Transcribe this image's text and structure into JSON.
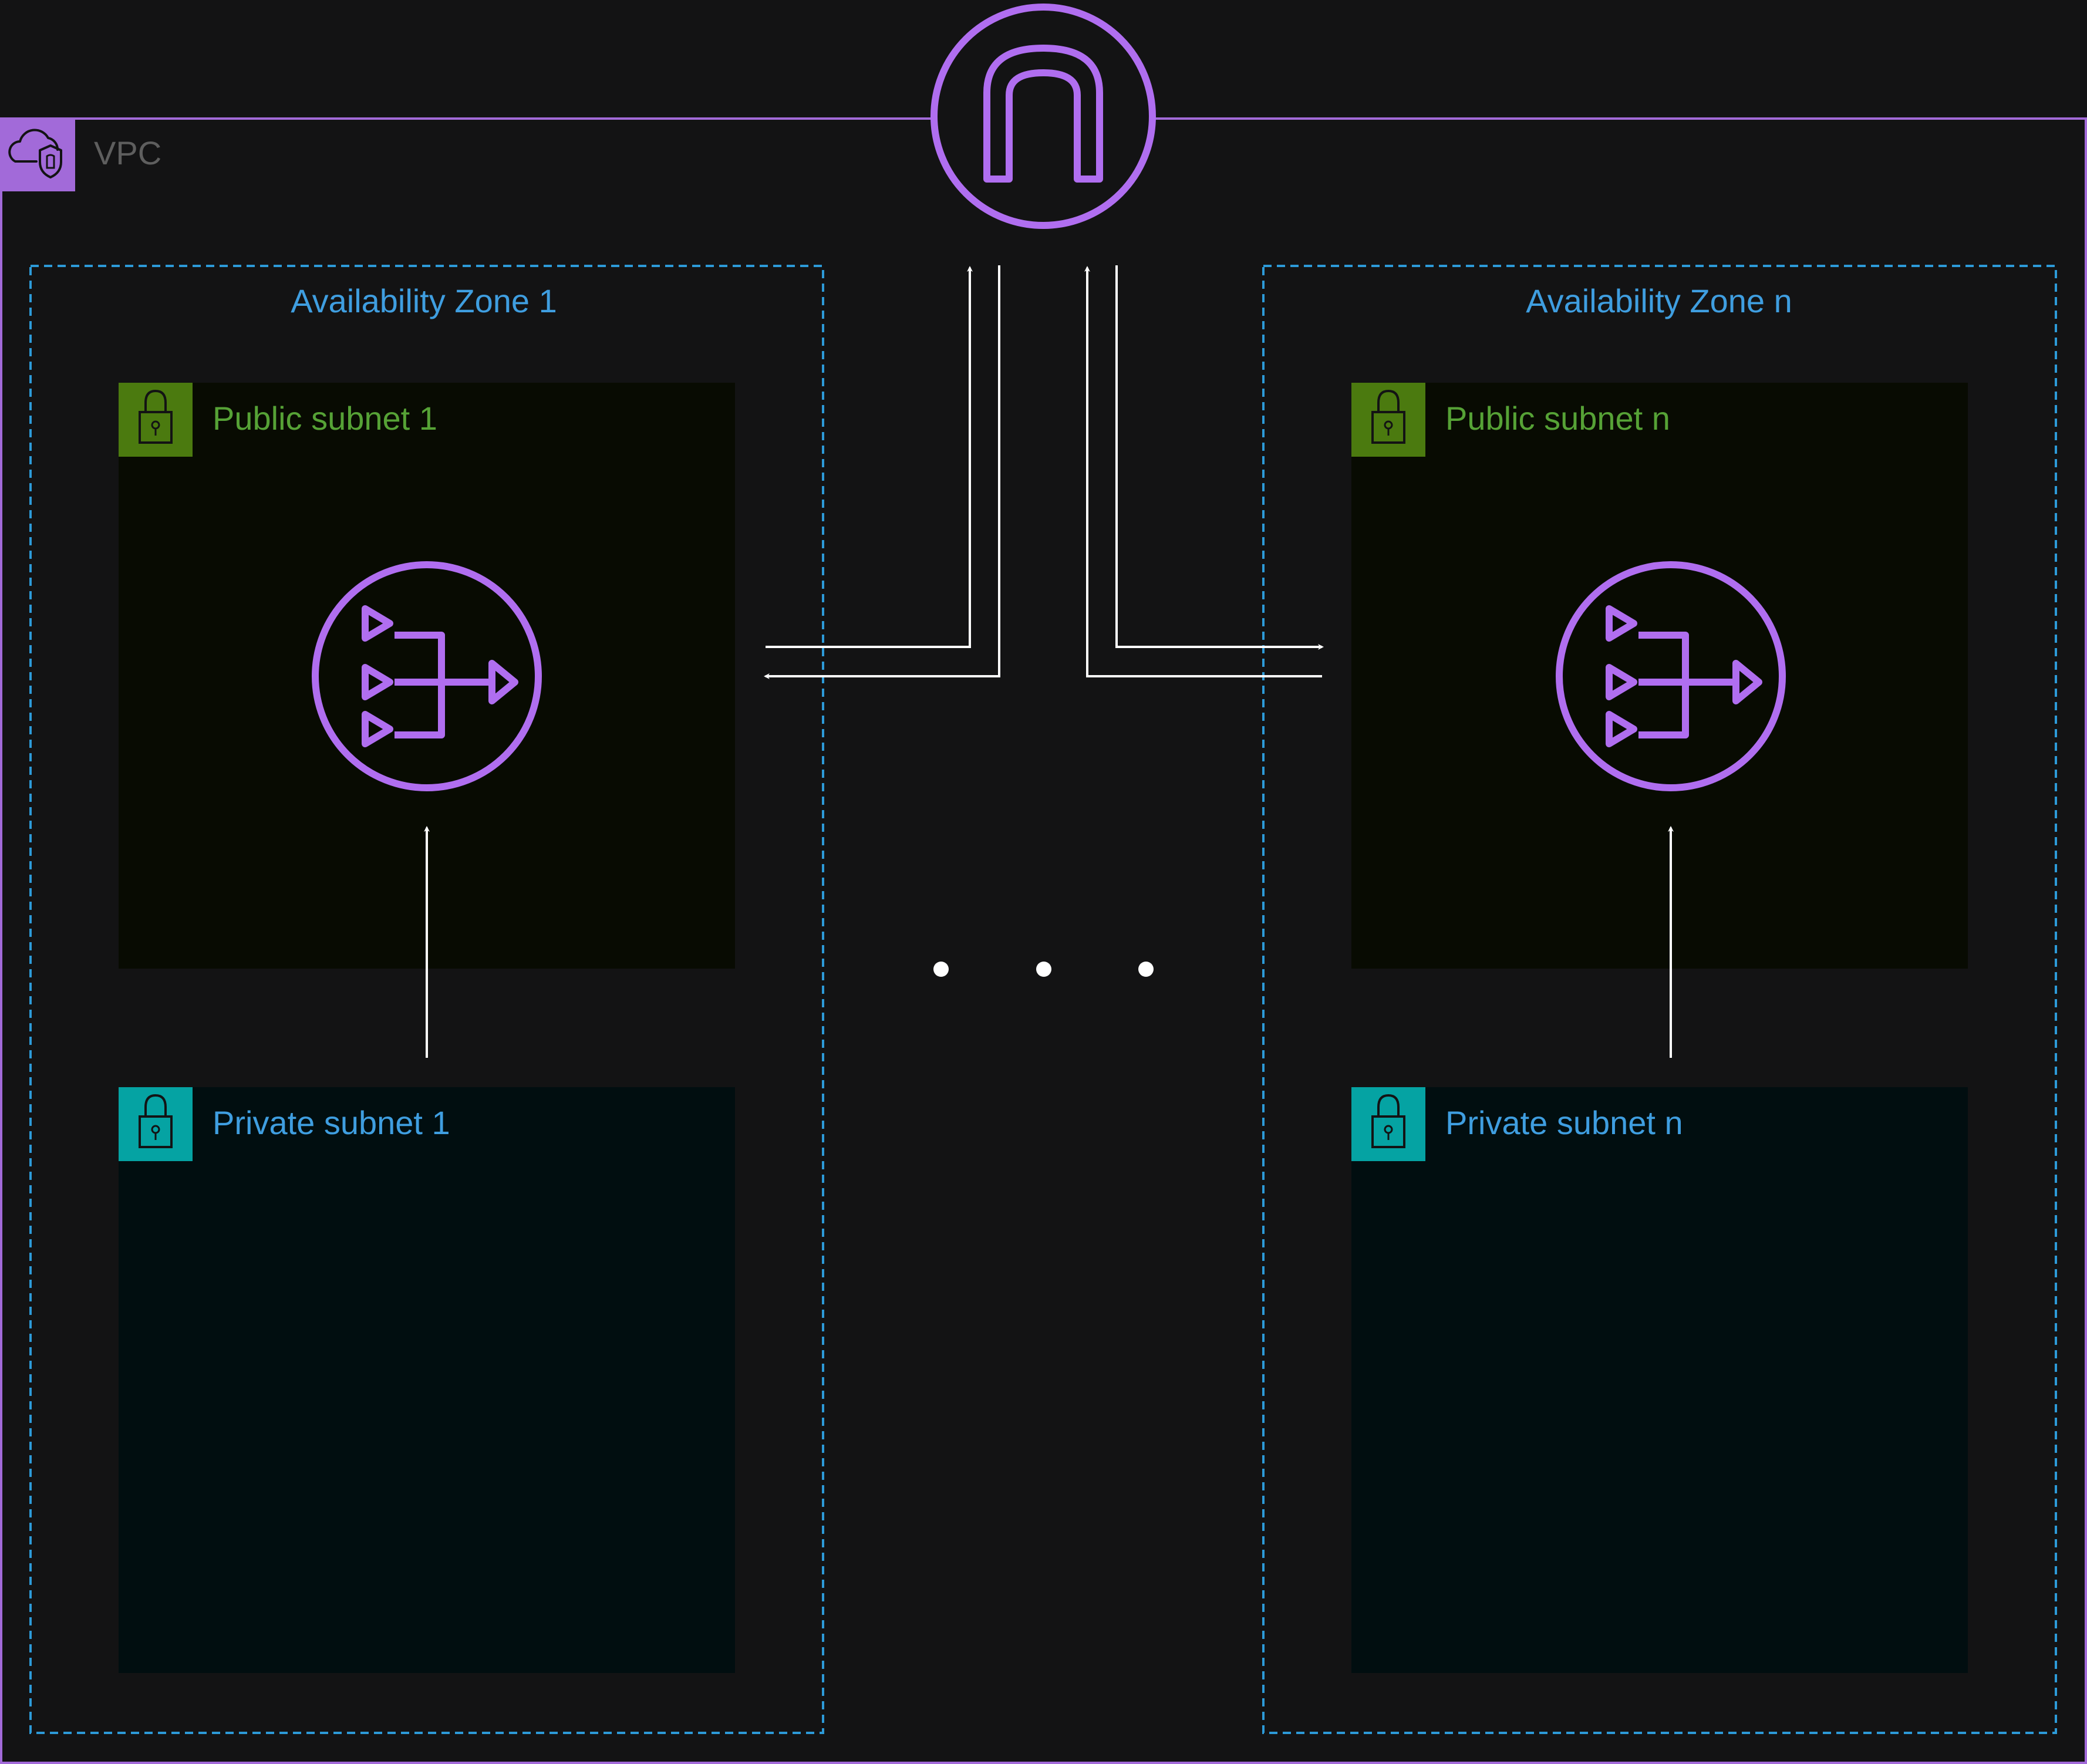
{
  "diagram": {
    "vpc": {
      "label": "VPC",
      "icon": "vpc-cloud-shield-icon"
    },
    "internet_gateway": {
      "icon": "internet-gateway-icon"
    },
    "zones": [
      {
        "label": "Availability Zone 1",
        "public_subnet": {
          "label": "Public subnet 1",
          "icon": "lock-icon"
        },
        "nat_gateway": {
          "icon": "nat-gateway-icon"
        },
        "private_subnet": {
          "label": "Private subnet 1",
          "icon": "lock-icon"
        }
      },
      {
        "label": "Availability Zone n",
        "public_subnet": {
          "label": "Public subnet n",
          "icon": "lock-icon"
        },
        "nat_gateway": {
          "icon": "nat-gateway-icon"
        },
        "private_subnet": {
          "label": "Private subnet n",
          "icon": "lock-icon"
        }
      }
    ],
    "ellipsis": "…"
  },
  "colors": {
    "background": "#131314",
    "vpc_border": "#a26ad9",
    "gateway_purple": "#b06ef0",
    "zone_border": "#2d9ad8",
    "zone_label": "#3f9ee0",
    "public_fill": "#080b02",
    "public_badge": "#4b7a0f",
    "public_label": "#56a236",
    "private_fill": "#010e10",
    "private_badge": "#05a3a3",
    "private_label": "#3f9ee0",
    "vpc_label": "#5e5e5e",
    "arrow": "#ffffff"
  }
}
